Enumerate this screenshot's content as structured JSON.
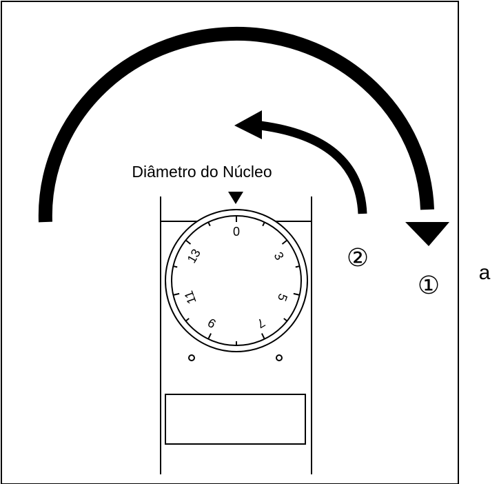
{
  "figure": {
    "title": "Diâmetro do Núcleo",
    "dial_numbers": [
      "0",
      "3",
      "5",
      "7",
      "9",
      "11",
      "13"
    ],
    "step_labels": [
      "①",
      "②"
    ],
    "side_label": "a",
    "colors": {
      "ink": "#000000",
      "background": "#ffffff"
    }
  }
}
